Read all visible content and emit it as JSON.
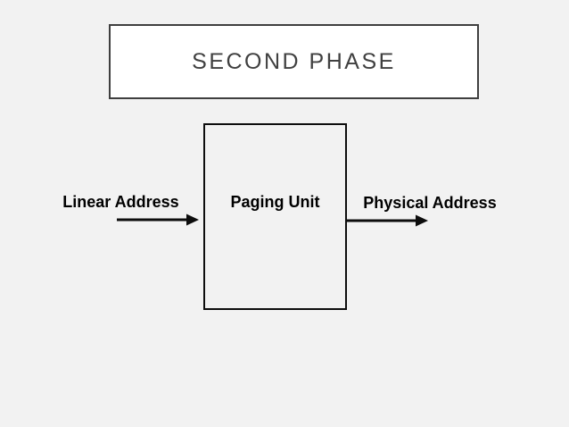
{
  "slide": {
    "background_color": "#f2f2f2",
    "title_box": {
      "label": "SECOND PHASE",
      "fill_color": "#ffffff",
      "border_color": "#3f3f3f",
      "text_color": "#404040"
    },
    "diagram": {
      "process_box": {
        "label": "Paging Unit",
        "border_color": "#0d0d0d",
        "fill_color": "transparent"
      },
      "input_label": "Linear Address",
      "output_label": "Physical Address",
      "label_color": "#000000",
      "arrow_color": "#0d0d0d"
    }
  }
}
